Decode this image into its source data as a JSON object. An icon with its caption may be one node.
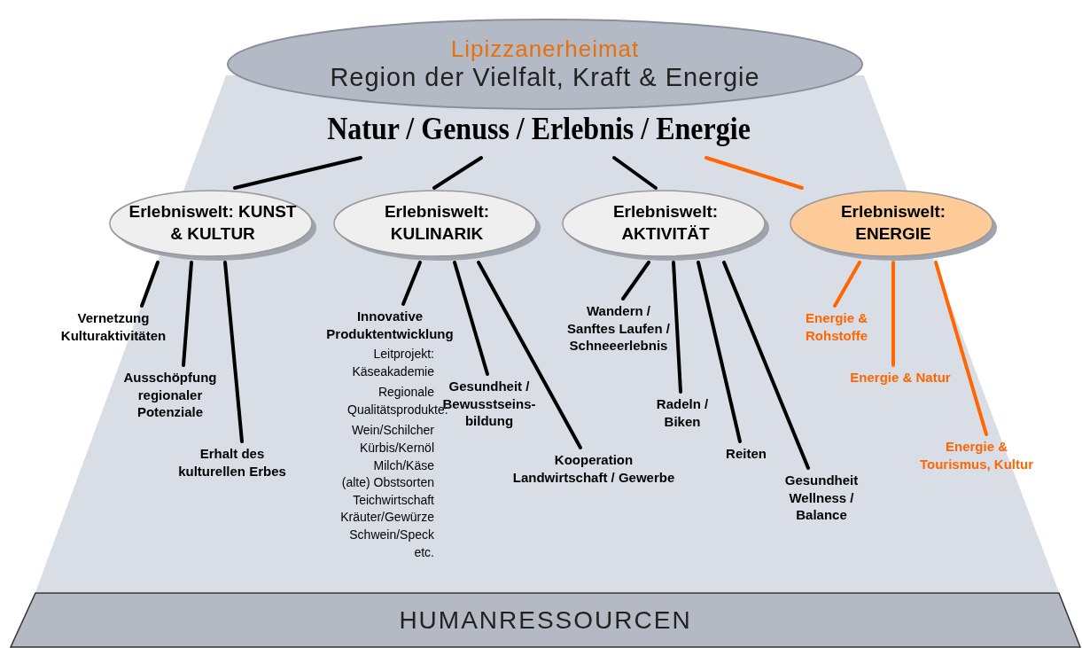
{
  "diagram": {
    "nodes": [
      {
        "text": [
          "Lipizzanerheimat",
          "Region der Vielfalt, Kraft & Energie"
        ]
      },
      {
        "text": [
          "Natur / Genuss / Erlebnis / Energie"
        ]
      },
      {
        "text": [
          "Erlebniswelt: KUNST & KULTUR"
        ]
      },
      {
        "text": [
          "Erlebniswelt: KULINARIK"
        ]
      },
      {
        "text": [
          "Erlebniswelt: AKTIVITÄT"
        ]
      },
      {
        "text": [
          "Erlebniswelt: ENERGIE"
        ]
      },
      {
        "text": [
          "Vernetzung Kulturaktivitäten"
        ]
      },
      {
        "text": [
          "Ausschöpfung regionaler Potenziale"
        ]
      },
      {
        "text": [
          "Erhalt des kulturellen Erbes"
        ]
      },
      {
        "text": [
          "Innovative Produktentwicklung",
          "Leitprojekt: Käseakademie",
          "Regionale Qualitätsprodukte:",
          "Wein/Schilcher",
          "Kürbis/Kernöl",
          "Milch/Käse",
          "(alte) Obstsorten",
          "Teichwirtschaft",
          "Kräuter/Gewürze",
          "Schwein/Speck",
          "etc."
        ]
      },
      {
        "text": [
          "Gesundheit / Bewusstseins- bildung"
        ]
      },
      {
        "text": [
          "Kooperation Landwirtschaft / Gewerbe"
        ]
      },
      {
        "text": [
          "Wandern / Sanftes Laufen / Schneeerlebnis"
        ]
      },
      {
        "text": [
          "Radeln / Biken"
        ]
      },
      {
        "text": [
          "Reiten"
        ]
      },
      {
        "text": [
          "Gesundheit Wellness / Balance"
        ]
      },
      {
        "text": [
          "Energie & Rohstoffe"
        ]
      },
      {
        "text": [
          "Energie & Natur"
        ]
      },
      {
        "text": [
          "Energie & Tourismus, Kultur"
        ]
      },
      {
        "text": [
          "HUMANRESSOURCEN"
        ]
      }
    ],
    "edges": [
      {
        "from": 1,
        "to": 2,
        "arrow": "none"
      },
      {
        "from": 1,
        "to": 3,
        "arrow": "none"
      },
      {
        "from": 1,
        "to": 4,
        "arrow": "none"
      },
      {
        "from": 1,
        "to": 5,
        "arrow": "none",
        "color": "#ff6600"
      },
      {
        "from": 2,
        "to": 6,
        "arrow": "none"
      },
      {
        "from": 2,
        "to": 7,
        "arrow": "none"
      },
      {
        "from": 2,
        "to": 8,
        "arrow": "none"
      },
      {
        "from": 3,
        "to": 9,
        "arrow": "none"
      },
      {
        "from": 3,
        "to": 10,
        "arrow": "none"
      },
      {
        "from": 3,
        "to": 11,
        "arrow": "none"
      },
      {
        "from": 4,
        "to": 12,
        "arrow": "none"
      },
      {
        "from": 4,
        "to": 13,
        "arrow": "none"
      },
      {
        "from": 4,
        "to": 14,
        "arrow": "none"
      },
      {
        "from": 4,
        "to": 15,
        "arrow": "none"
      },
      {
        "from": 5,
        "to": 16,
        "arrow": "none",
        "color": "#ff6600"
      },
      {
        "from": 5,
        "to": 17,
        "arrow": "none",
        "color": "#ff6600"
      },
      {
        "from": 5,
        "to": 18,
        "arrow": "none",
        "color": "#ff6600"
      }
    ]
  }
}
